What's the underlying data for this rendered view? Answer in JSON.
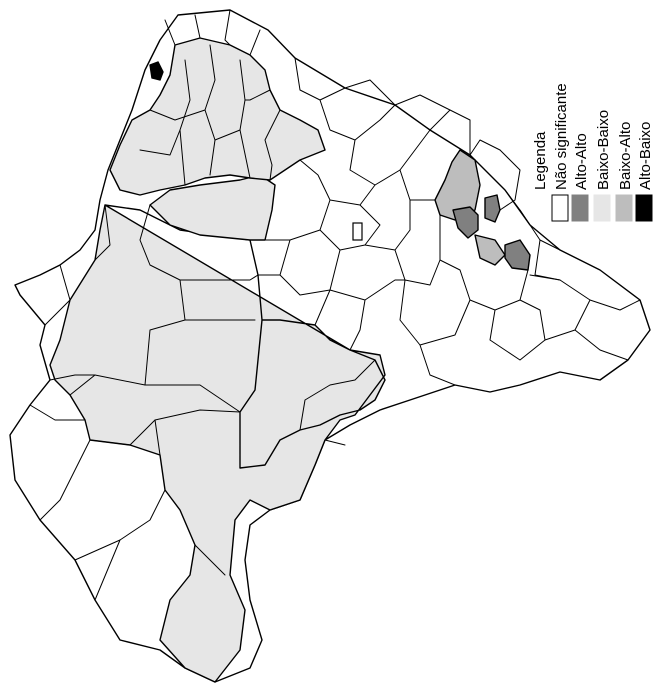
{
  "legend": {
    "title": "Legenda",
    "items": [
      {
        "label": "Não significante",
        "color": "#ffffff"
      },
      {
        "label": "Alto-Alto",
        "color": "#808080"
      },
      {
        "label": "Baixo-Baixo",
        "color": "#e6e6e6"
      },
      {
        "label": "Baixo-Alto",
        "color": "#bdbdbd"
      },
      {
        "label": "Alto-Baixo",
        "color": "#000000"
      }
    ]
  },
  "colors": {
    "nao_significante": "#ffffff",
    "alto_alto": "#808080",
    "baixo_baixo": "#e6e6e6",
    "baixo_alto": "#bdbdbd",
    "alto_baixo": "#000000",
    "outline": "#000000"
  }
}
